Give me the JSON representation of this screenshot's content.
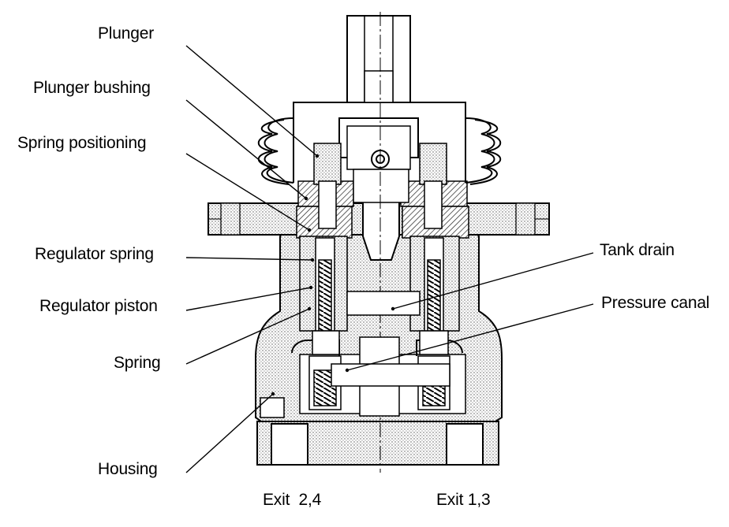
{
  "labels": {
    "plunger": "Plunger",
    "plunger_bushing": "Plunger bushing",
    "spring_positioning": "Spring positioning",
    "regulator_spring": "Regulator spring",
    "regulator_piston": "Regulator piston",
    "spring": "Spring",
    "housing": "Housing",
    "tank_drain": "Tank drain",
    "pressure_canal": "Pressure canal",
    "exit_24": "Exit  2,4",
    "exit_13": "Exit 1,3"
  },
  "colors": {
    "ink": "#000000",
    "stipple": "#d4d4d4",
    "background": "#ffffff"
  }
}
